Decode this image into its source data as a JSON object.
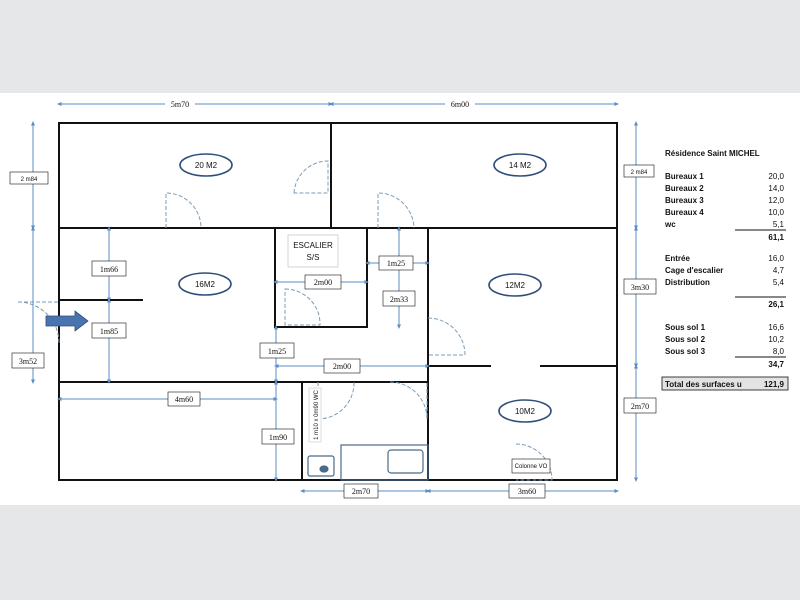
{
  "dimensions": {
    "top_left": "5m70",
    "top_right": "6m00",
    "left_upper": "2 m84",
    "left_lower": "3m52",
    "right_upper": "2 m84",
    "right_middle": "3m30",
    "right_lower": "2m70",
    "hall_upper": "1m66",
    "hall_lower": "1m85",
    "stair_width": "2m00",
    "corridor_width": "1m25",
    "corridor_height": "2m33",
    "landing": "1m25",
    "hall_bottom_width": "2m00",
    "bottom_left": "4m60",
    "wc_height": "1m90",
    "bottom_mid": "2m70",
    "bottom_right": "3m60"
  },
  "rooms": {
    "room_top_left": "20 M2",
    "room_top_right": "14 M2",
    "room_hall": "16M2",
    "room_right": "12M2",
    "room_bottom_right": "10M2"
  },
  "labels": {
    "stair_title": "ESCALIER",
    "stair_sub": "S/S",
    "column": "Colonne VO",
    "vertical_note": "1 m10 x 0m90 WC"
  },
  "colors": {
    "wall": "#111111",
    "dimension": "#5b8fc4",
    "door": "#7a9cb8",
    "ellipse": "#2f4f7a",
    "arrow": "#4a74b0"
  },
  "table": {
    "title": "Résidence Saint MICHEL",
    "group1": [
      {
        "label": "Bureaux 1",
        "value": "20,0"
      },
      {
        "label": "Bureaux 2",
        "value": "14,0"
      },
      {
        "label": "Bureaux 3",
        "value": "12,0"
      },
      {
        "label": "Bureaux 4",
        "value": "10,0"
      },
      {
        "label": "wc",
        "value": "5,1"
      }
    ],
    "subtotal1": "61,1",
    "group2": [
      {
        "label": "Entrée",
        "value": "16,0"
      },
      {
        "label": "Cage d'escalier",
        "value": "4,7"
      },
      {
        "label": "Distribution",
        "value": "5,4"
      }
    ],
    "subtotal2": "26,1",
    "group3": [
      {
        "label": "Sous sol 1",
        "value": "16,6"
      },
      {
        "label": "Sous sol 2",
        "value": "10,2"
      },
      {
        "label": "Sous sol 3",
        "value": "8,0"
      }
    ],
    "subtotal3": "34,7",
    "total_label": "Total des surfaces u",
    "total_value": "121,9"
  }
}
